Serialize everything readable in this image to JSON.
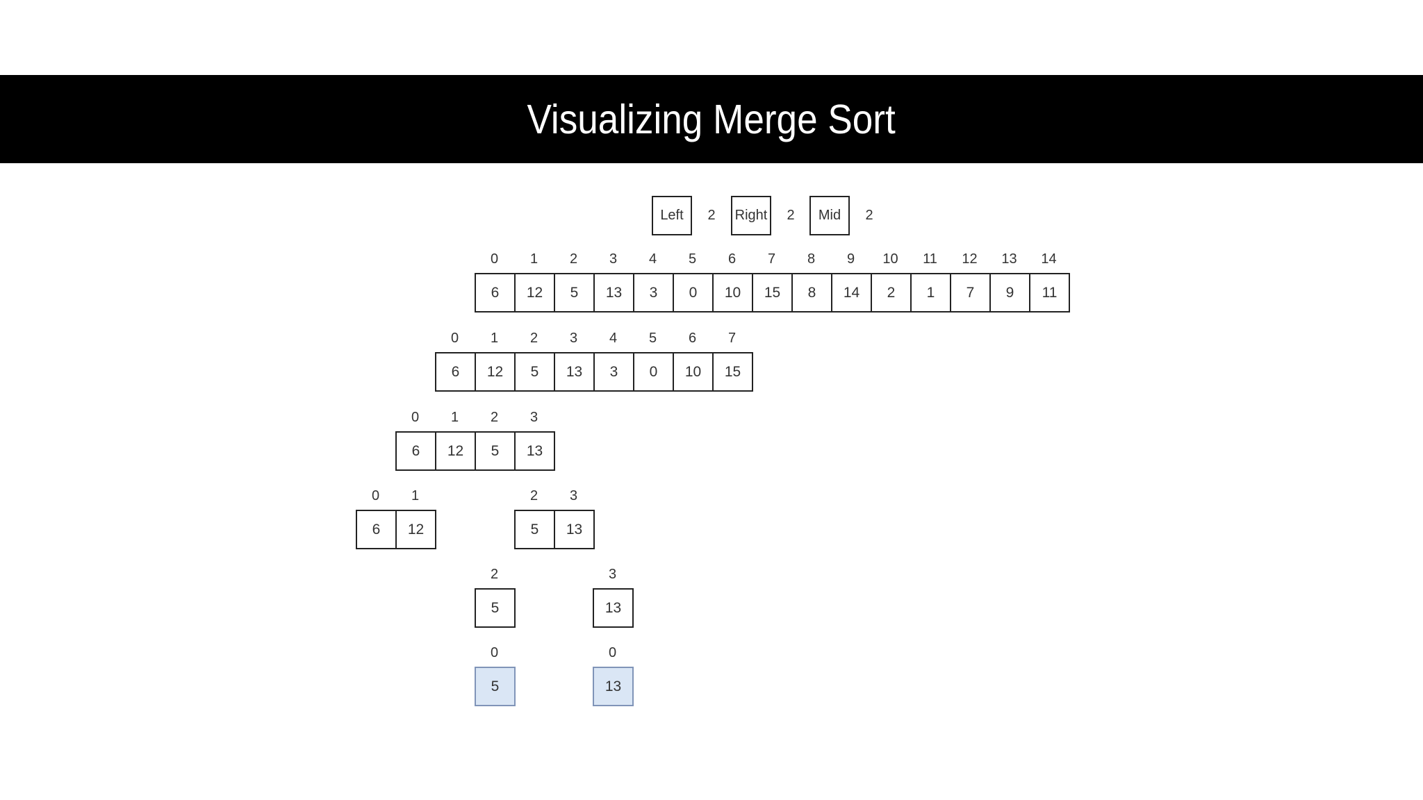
{
  "header": {
    "title": "Visualizing Merge Sort"
  },
  "pointers": [
    {
      "id": "left",
      "label": "Left",
      "value": "2"
    },
    {
      "id": "right",
      "label": "Right",
      "value": "2"
    },
    {
      "id": "mid",
      "label": "Mid",
      "value": "2"
    }
  ],
  "colors": {
    "header_bg": "#000000",
    "header_text": "#ffffff",
    "cell_border": "#222222",
    "cell_fill": "#ffffff",
    "text": "#333333",
    "highlight_fill": "#dae6f5",
    "highlight_border": "#8094b8"
  },
  "array_groups": [
    {
      "id": "full-array",
      "indices": [
        "0",
        "1",
        "2",
        "3",
        "4",
        "5",
        "6",
        "7",
        "8",
        "9",
        "10",
        "11",
        "12",
        "13",
        "14"
      ],
      "values": [
        "6",
        "12",
        "5",
        "13",
        "3",
        "0",
        "10",
        "15",
        "8",
        "14",
        "2",
        "1",
        "7",
        "9",
        "11"
      ],
      "highlighted": false
    },
    {
      "id": "left-half",
      "indices": [
        "0",
        "1",
        "2",
        "3",
        "4",
        "5",
        "6",
        "7"
      ],
      "values": [
        "6",
        "12",
        "5",
        "13",
        "3",
        "0",
        "10",
        "15"
      ],
      "highlighted": false
    },
    {
      "id": "left-quarter",
      "indices": [
        "0",
        "1",
        "2",
        "3"
      ],
      "values": [
        "6",
        "12",
        "5",
        "13"
      ],
      "highlighted": false
    },
    {
      "id": "pair-left",
      "indices": [
        "0",
        "1"
      ],
      "values": [
        "6",
        "12"
      ],
      "highlighted": false
    },
    {
      "id": "pair-right",
      "indices": [
        "2",
        "3"
      ],
      "values": [
        "5",
        "13"
      ],
      "highlighted": false
    },
    {
      "id": "single-left",
      "indices": [
        "2"
      ],
      "values": [
        "5"
      ],
      "highlighted": false
    },
    {
      "id": "single-right",
      "indices": [
        "3"
      ],
      "values": [
        "13"
      ],
      "highlighted": false
    },
    {
      "id": "merged-left",
      "indices": [
        "0"
      ],
      "values": [
        "5"
      ],
      "highlighted": true
    },
    {
      "id": "merged-right",
      "indices": [
        "0"
      ],
      "values": [
        "13"
      ],
      "highlighted": true
    }
  ]
}
